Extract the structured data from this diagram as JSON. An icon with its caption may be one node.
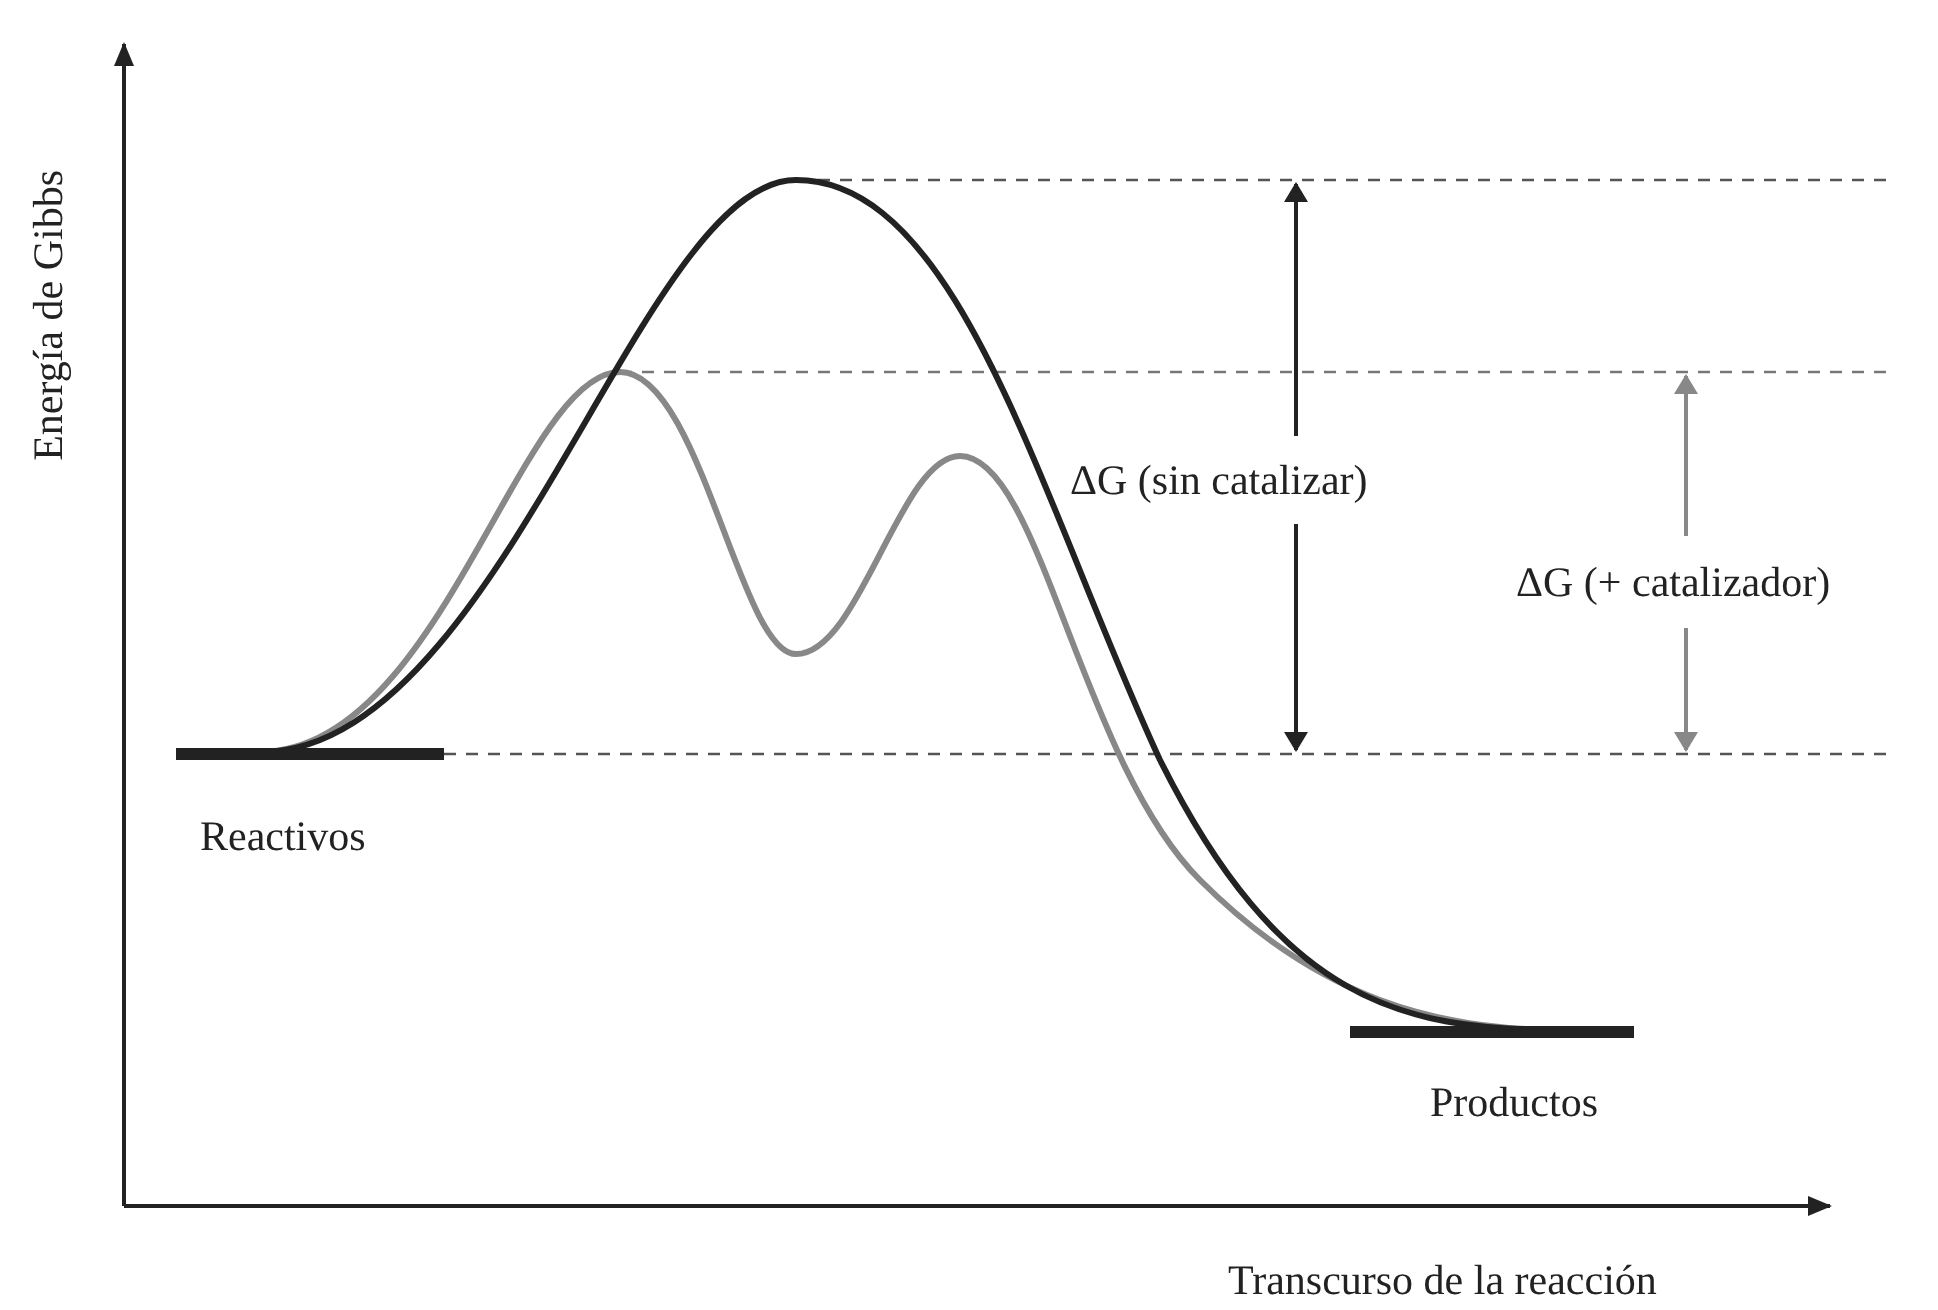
{
  "diagram": {
    "labels": [
      "Energía de Gibbs",
      "ΔG (sin catalizar)",
      "ΔG (+ catalizador)",
      "Reactivos",
      "Productos",
      "Transcurso de la reacción"
    ]
  }
}
